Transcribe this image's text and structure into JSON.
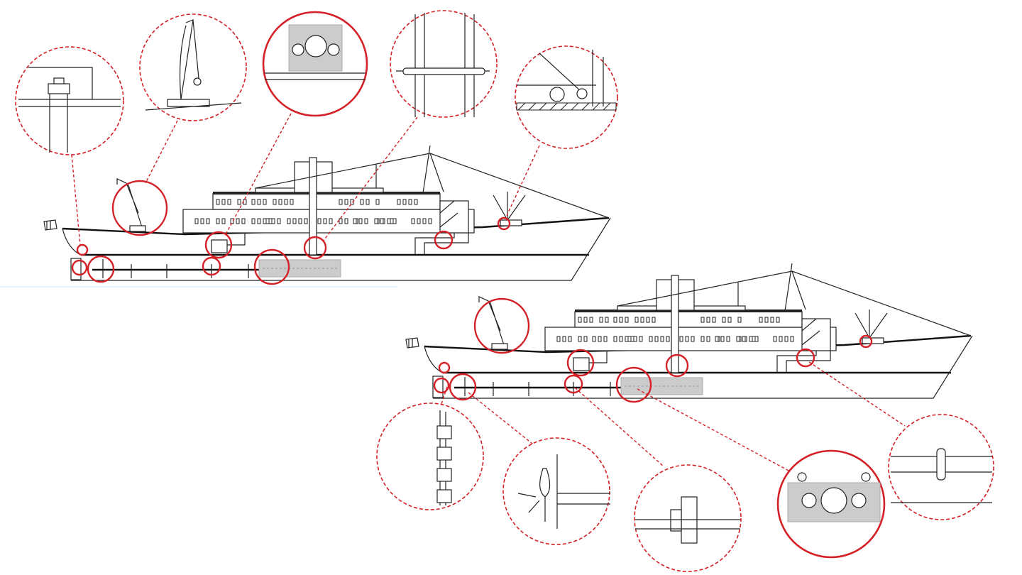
{
  "diagram": {
    "type": "ship-elevation-with-detail-callouts",
    "views": [
      "ship-view-upper",
      "ship-view-lower"
    ],
    "colors": {
      "line": "#222222",
      "callout": "#d42027",
      "engine": "#cccccc",
      "background": "#ffffff"
    },
    "details_upper": [
      "stern-fitting-detail",
      "crane-detail",
      "engine-detail",
      "mast-pipe-flange-detail",
      "deck-winch-detail"
    ],
    "details_lower": [
      "rudder-hinge-detail",
      "propeller-detail",
      "shaft-bearing-detail",
      "engine-detail",
      "pipe-flange-detail"
    ]
  }
}
